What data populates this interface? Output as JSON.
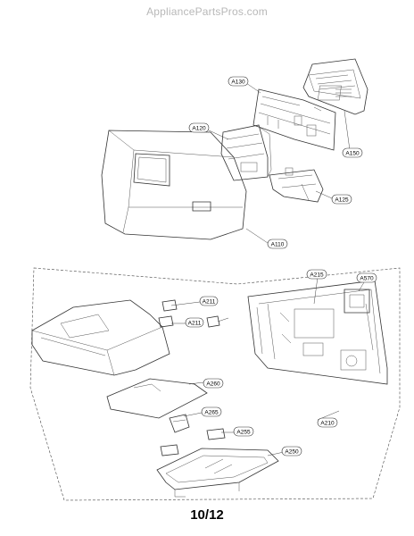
{
  "header": {
    "watermark": "AppliancePartsPros.com"
  },
  "footer": {
    "page": "10/12"
  },
  "diagram": {
    "callouts": [
      "A130",
      "A150",
      "A120",
      "A125",
      "A110",
      "A211",
      "A211",
      "A215",
      "A570",
      "A260",
      "A265",
      "A255",
      "A210",
      "A250"
    ]
  }
}
